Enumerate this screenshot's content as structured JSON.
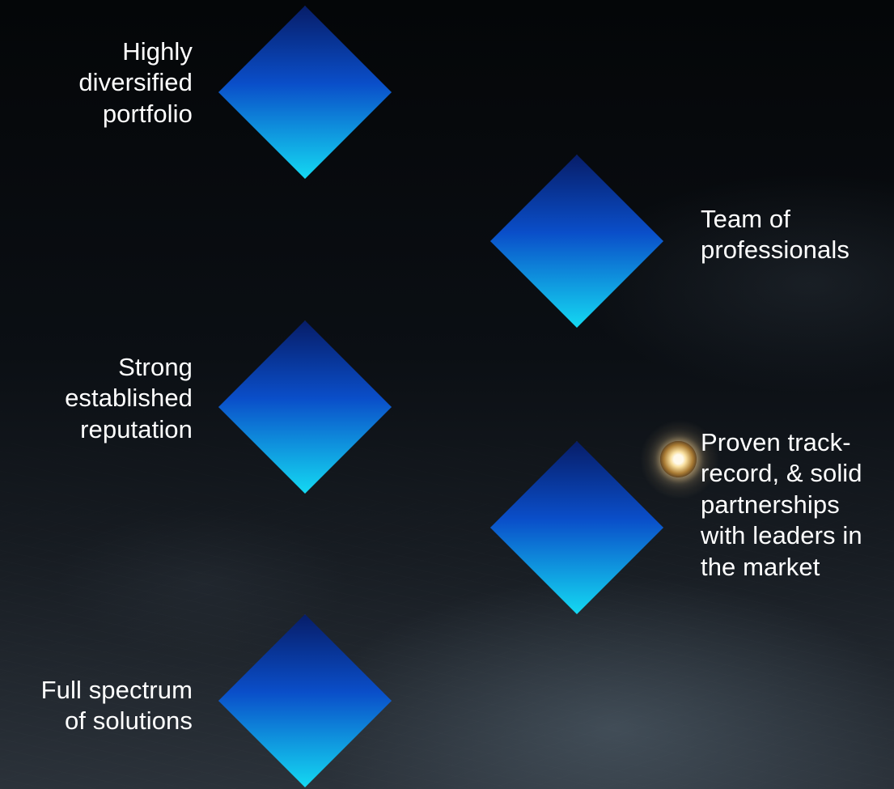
{
  "diagram": {
    "left_items": [
      {
        "lines": [
          "Highly",
          "diversified",
          "portfolio"
        ]
      },
      {
        "lines": [
          "Strong",
          "established",
          "reputation"
        ]
      },
      {
        "lines": [
          "Full spectrum",
          "of solutions"
        ]
      }
    ],
    "right_items": [
      {
        "lines": [
          "Team of",
          "professionals"
        ]
      },
      {
        "lines": [
          "Proven track-",
          "record, & solid",
          "partnerships",
          "with leaders in",
          "the market"
        ]
      }
    ]
  },
  "colors": {
    "connector": "#17bfff",
    "diamond_top": "#071d68",
    "diamond_mid": "#0a4ec9",
    "diamond_bottom": "#14d9f2"
  },
  "icons": {
    "lamp": "lamp-icon"
  }
}
